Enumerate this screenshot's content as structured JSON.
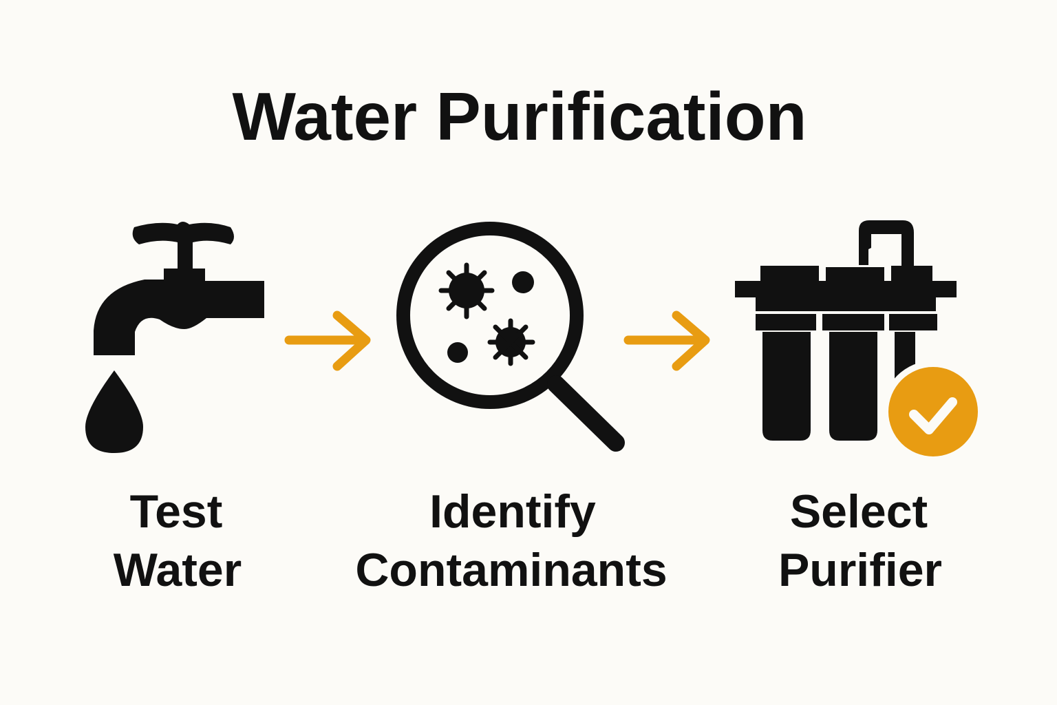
{
  "title": "Water Purification",
  "colors": {
    "background": "#fcfbf7",
    "ink": "#111111",
    "accent": "#e89c12"
  },
  "steps": [
    {
      "icon": "faucet-with-drop-icon",
      "line1": "Test",
      "line2": "Water"
    },
    {
      "icon": "magnifier-with-germs-icon",
      "line1": "Identify",
      "line2": "Contaminants"
    },
    {
      "icon": "water-filter-with-check-icon",
      "line1": "Select",
      "line2": "Purifier"
    }
  ],
  "connectors": [
    "arrow-right-icon",
    "arrow-right-icon"
  ]
}
